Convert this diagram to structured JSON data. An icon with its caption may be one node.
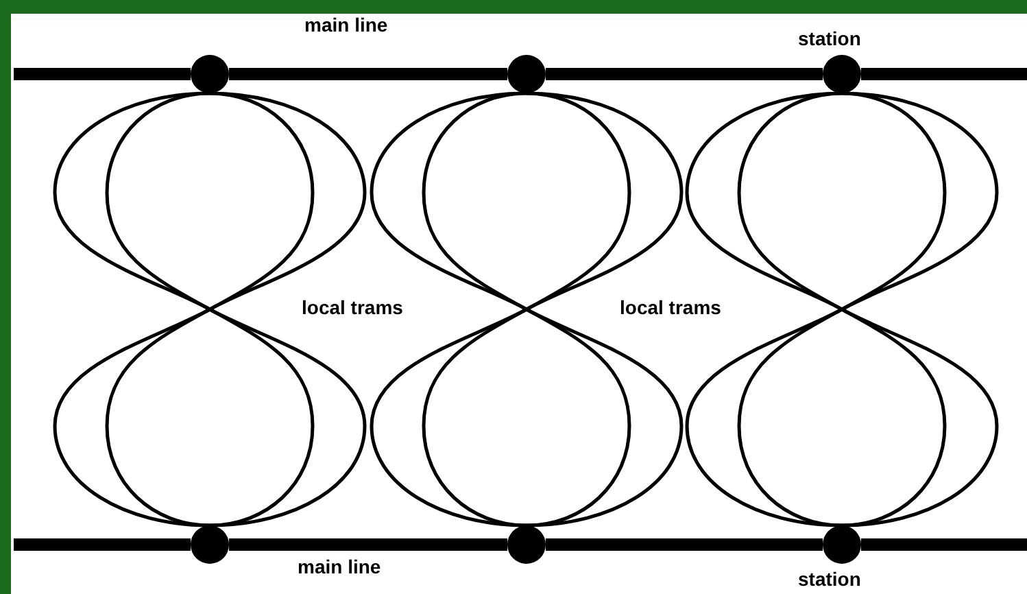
{
  "diagram": {
    "nodes": [
      {
        "text": [],
        "shape": "circle"
      },
      {
        "text": [],
        "shape": "circle"
      },
      {
        "text": [],
        "shape": "circle",
        "beside": [
          "station"
        ]
      },
      {
        "text": [],
        "shape": "circle"
      },
      {
        "text": [],
        "shape": "circle"
      },
      {
        "text": [],
        "shape": "circle",
        "beside": [
          "station"
        ]
      }
    ],
    "edges": [
      {
        "from": null,
        "to": 0,
        "arrow": "none",
        "style": "thick"
      },
      {
        "from": 0,
        "to": 1,
        "arrow": "none",
        "style": "thick"
      },
      {
        "from": 1,
        "to": 2,
        "arrow": "none",
        "style": "thick"
      },
      {
        "from": 2,
        "to": null,
        "arrow": "none",
        "style": "thick"
      },
      {
        "from": null,
        "to": 3,
        "arrow": "none",
        "style": "thick"
      },
      {
        "from": 3,
        "to": 4,
        "arrow": "none",
        "style": "thick"
      },
      {
        "from": 4,
        "to": 5,
        "arrow": "none",
        "style": "thick"
      },
      {
        "from": 5,
        "to": null,
        "arrow": "none",
        "style": "thick"
      },
      {
        "from": 0,
        "to": 3,
        "arrow": "none"
      },
      {
        "from": 0,
        "to": 3,
        "arrow": "none"
      },
      {
        "from": 0,
        "to": 3,
        "arrow": "none"
      },
      {
        "from": 0,
        "to": 3,
        "arrow": "none"
      },
      {
        "from": 1,
        "to": 4,
        "arrow": "none"
      },
      {
        "from": 1,
        "to": 4,
        "arrow": "none"
      },
      {
        "from": 1,
        "to": 4,
        "arrow": "none"
      },
      {
        "from": 1,
        "to": 4,
        "arrow": "none"
      },
      {
        "from": 2,
        "to": 5,
        "arrow": "none"
      },
      {
        "from": 2,
        "to": 5,
        "arrow": "none"
      },
      {
        "from": 2,
        "to": 5,
        "arrow": "none"
      },
      {
        "from": 2,
        "to": 5,
        "arrow": "none"
      }
    ],
    "labels": [
      "main line",
      "local trams",
      "local trams",
      "main line"
    ]
  }
}
